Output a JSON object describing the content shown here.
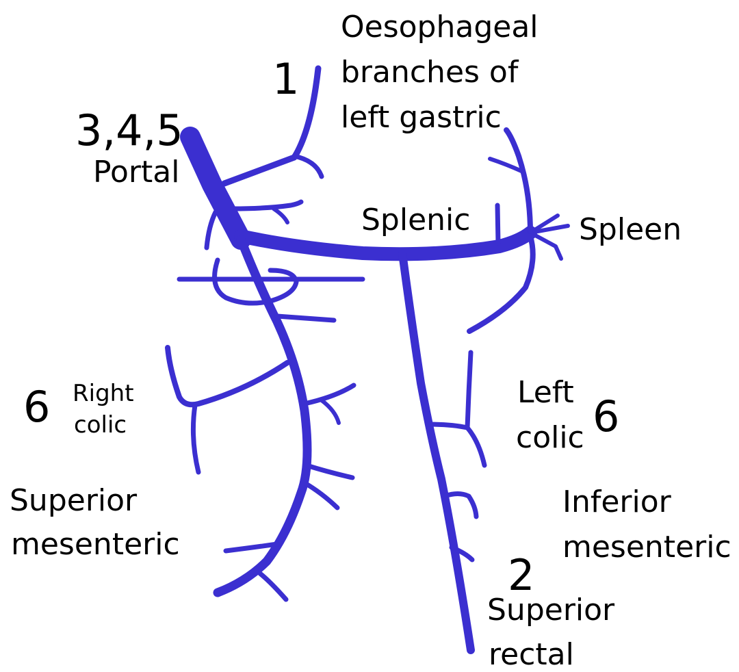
{
  "colors": {
    "vein": "#3b2fd0",
    "text": "#000000",
    "background": "#ffffff"
  },
  "labels": {
    "site_1": "1",
    "oesophageal_line1": "Oesophageal",
    "oesophageal_line2": "branches of",
    "oesophageal_line3": "left gastric",
    "site_345": "3,4,5",
    "portal": "Portal",
    "splenic": "Splenic",
    "spleen": "Spleen",
    "site_6_left": "6",
    "right_colic_line1": "Right",
    "right_colic_line2": "colic",
    "left_colic_line1": "Left",
    "left_colic_line2": "colic",
    "site_6_right": "6",
    "superior_mesenteric_line1": "Superior",
    "superior_mesenteric_line2": "mesenteric",
    "inferior_mesenteric_line1": "Inferior",
    "inferior_mesenteric_line2": "mesenteric",
    "site_2": "2",
    "superior_rectal_line1": "Superior",
    "superior_rectal_line2": "rectal"
  }
}
